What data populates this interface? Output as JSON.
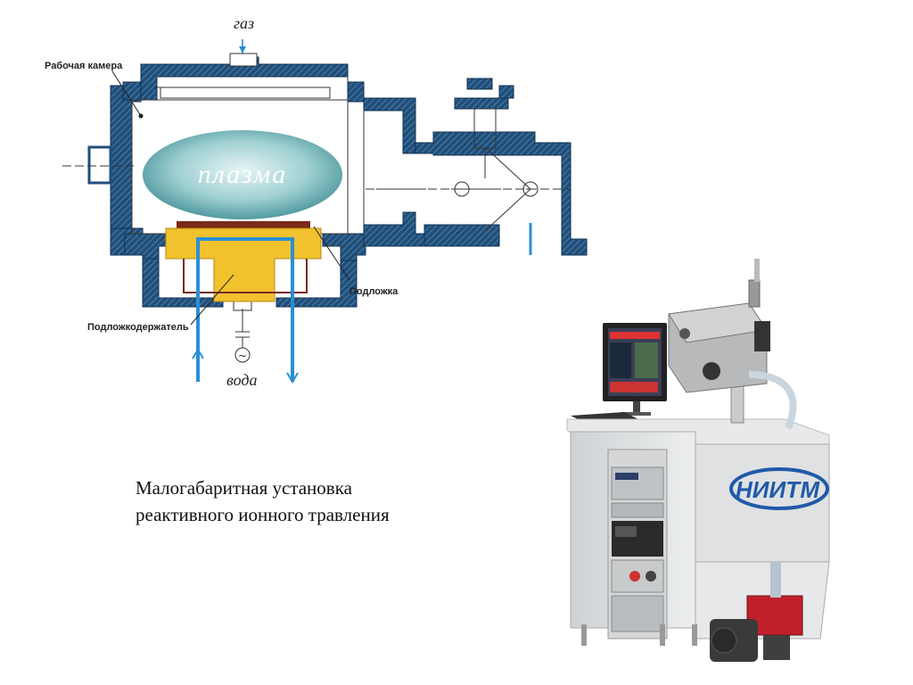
{
  "diagram": {
    "labels": {
      "gas": "газ",
      "chamber": "Рабочая камера",
      "plasma": "плазма",
      "substrate": "Подложка",
      "holder": "Подложкодержатель",
      "water": "вода",
      "tilde": "~"
    }
  },
  "photo": {
    "logo": "НИИТМ"
  },
  "caption": {
    "line1": "Малогабаритная установка",
    "line2": "реактивного ионного травления"
  },
  "colors": {
    "wall": "#1f4f7a",
    "holder": "#f2c12e",
    "water_pipe": "#2a8fd6",
    "substrate": "#7a2a1a",
    "plasma": "#7fc2c6"
  }
}
